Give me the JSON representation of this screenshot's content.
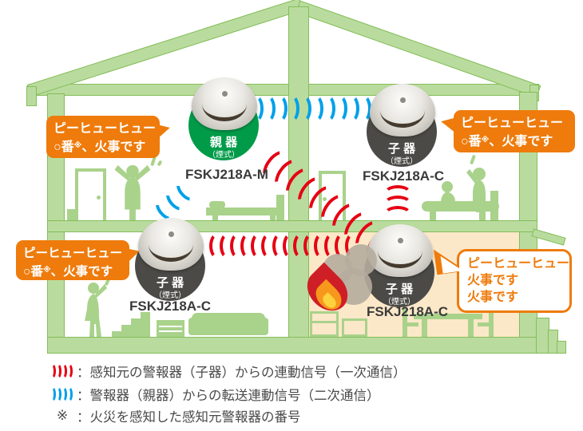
{
  "colors": {
    "fill": "#b9dc9e",
    "line": "#85bd5a",
    "fig": "#a9d28b",
    "green": "#009b49",
    "grey": "#4b4a46",
    "orange": "#ee7b0c",
    "peach": "#fbe8c8",
    "red": "#e60013",
    "blue": "#00a0e9",
    "smoke": "#b5ac9d",
    "flame1": "#cf1f26",
    "flame2": "#f7981d",
    "flame3": "#fdd23e",
    "text": "#4a4a4a"
  },
  "devices": [
    {
      "name": "親 器",
      "type": "（煙式）",
      "model": "FSKJ218A-M"
    },
    {
      "name": "子 器",
      "type": "（煙式）",
      "model": "FSKJ218A-C"
    },
    {
      "name": "子 器",
      "type": "（煙式）",
      "model": "FSKJ218A-C"
    },
    {
      "name": "子 器",
      "type": "（煙式）",
      "model": "FSKJ218A-C"
    }
  ],
  "bubbles": {
    "top_left": {
      "line1": "ピーヒューヒュー",
      "line2_pre": "○番",
      "line2_sup": "※",
      "line2_post": "、火事です"
    },
    "top_right": {
      "line1": "ピーヒューヒュー",
      "line2_pre": "○番",
      "line2_sup": "※",
      "line2_post": "、火事です"
    },
    "bottom_left": {
      "line1": "ピーヒューヒュー",
      "line2_pre": "○番",
      "line2_sup": "※",
      "line2_post": "、火事です"
    },
    "bottom_right": {
      "line1": "ピーヒューヒュー",
      "line2": "火事です",
      "line3": "火事です"
    }
  },
  "legend": {
    "primary": "：感知元の警報器（子器）からの連動信号（一次通信）",
    "secondary": "：警報器（親器）からの転送連動信号（二次通信）",
    "note_symbol": "※",
    "note": "：火災を感知した感知元警報器の番号"
  }
}
